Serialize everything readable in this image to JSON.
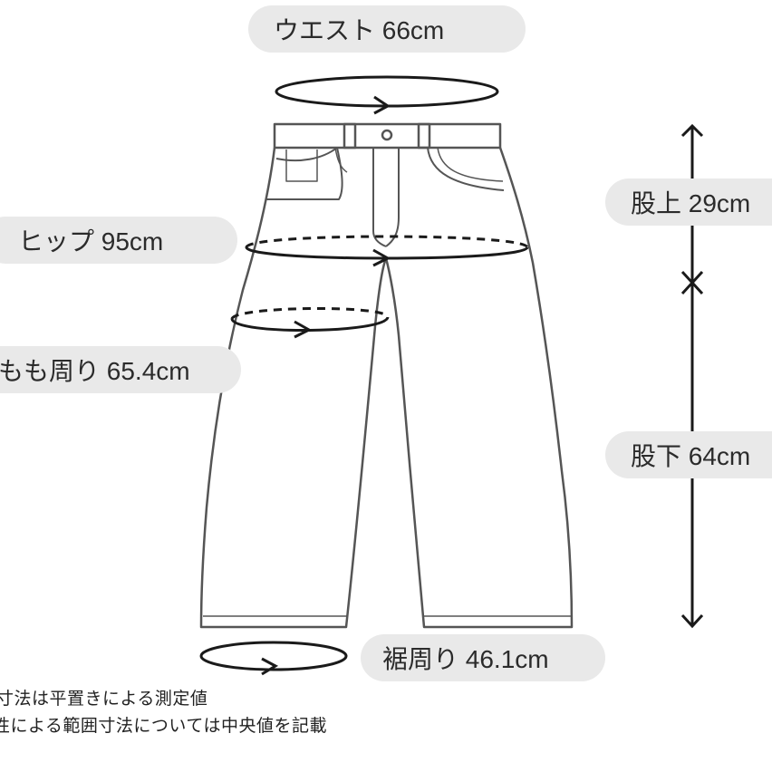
{
  "labels": {
    "waist": "ウエスト 66cm",
    "hip": "ヒップ 95cm",
    "thigh": "もも周り 65.4cm",
    "rise": "股上 29cm",
    "inseam": "股下 64cm",
    "hem": "裾周り 46.1cm"
  },
  "notes": [
    "寸法は平置きによる測定値",
    "性による範囲寸法については中央値を記載"
  ],
  "colors": {
    "pill_background": "#e9e9e9",
    "text": "#2b2b2b",
    "line": "#1a1a1a",
    "garment_outline": "#555555"
  },
  "icons": [
    "waist-loop-arrow-icon",
    "hip-loop-arrow-icon",
    "thigh-loop-arrow-icon",
    "hem-loop-arrow-icon",
    "rise-double-arrow-icon",
    "inseam-double-arrow-icon"
  ]
}
